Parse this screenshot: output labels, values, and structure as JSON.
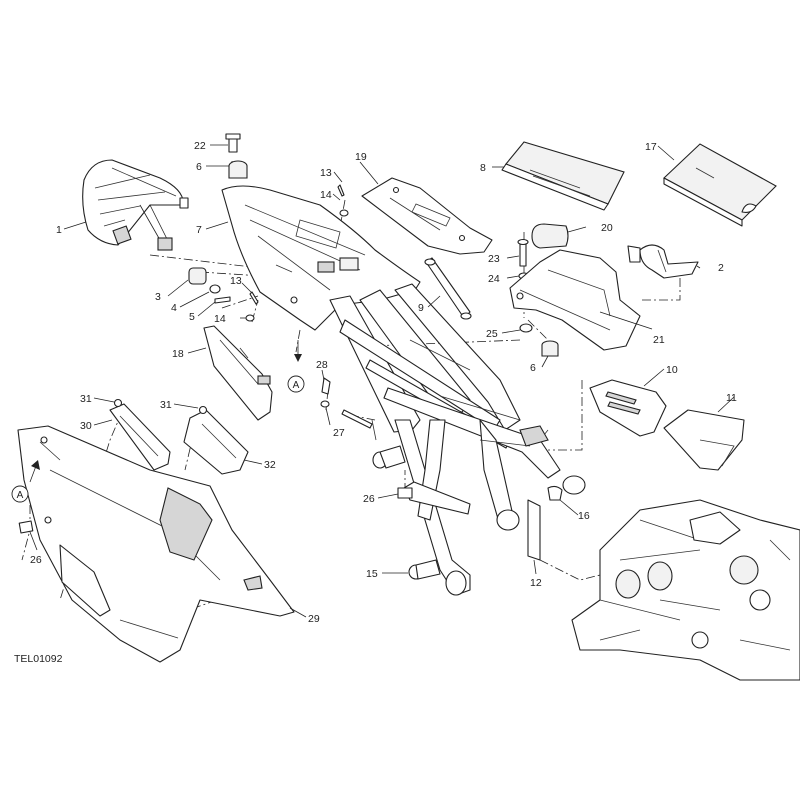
{
  "drawing_code": "TEL01092",
  "reference_mark": "A",
  "callouts": [
    "1",
    "2",
    "3",
    "4",
    "5",
    "6",
    "6",
    "7",
    "8",
    "9",
    "10",
    "11",
    "12",
    "13",
    "13",
    "14",
    "14",
    "15",
    "16",
    "17",
    "18",
    "19",
    "20",
    "21",
    "22",
    "23",
    "24",
    "25",
    "26",
    "26",
    "27",
    "28",
    "29",
    "30",
    "31",
    "31",
    "32"
  ],
  "colors": {
    "line": "#222222",
    "background": "#ffffff",
    "shade": "#d6d6d6"
  }
}
